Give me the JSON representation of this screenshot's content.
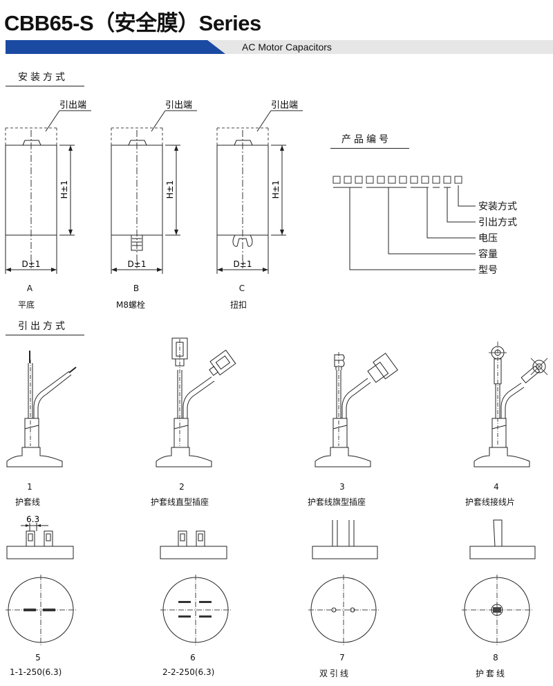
{
  "header": {
    "title": "CBB65-S（安全膜）Series",
    "subtitle": "AC Motor Capacitors"
  },
  "mounting": {
    "section_title": "安装方式",
    "lead_label": "引出端",
    "height_label": "H±1",
    "diameter_label": "D±1",
    "types": [
      {
        "letter": "A",
        "name": "平底"
      },
      {
        "letter": "B",
        "name": "M8螺栓"
      },
      {
        "letter": "C",
        "name": "扭扣"
      }
    ]
  },
  "product_code": {
    "section_title": "产品编号",
    "fields": [
      "安装方式",
      "引出方式",
      "电压",
      "容量",
      "型号"
    ]
  },
  "lead_out": {
    "section_title": "引出方式",
    "items": [
      {
        "num": "1",
        "name": "护套线"
      },
      {
        "num": "2",
        "name": "护套线直型插座"
      },
      {
        "num": "3",
        "name": "护套线旗型插座"
      },
      {
        "num": "4",
        "name": "护套线接线片"
      },
      {
        "num": "5",
        "name": "1-1-250(6.3)"
      },
      {
        "num": "6",
        "name": "2-2-250(6.3)"
      },
      {
        "num": "7",
        "name": "双引线"
      },
      {
        "num": "8",
        "name": "护套线"
      }
    ],
    "dimension_label": "6.3"
  },
  "colors": {
    "banner_blue": "#1b4aa3",
    "banner_gray": "#e6e6e6",
    "line": "#222222"
  }
}
